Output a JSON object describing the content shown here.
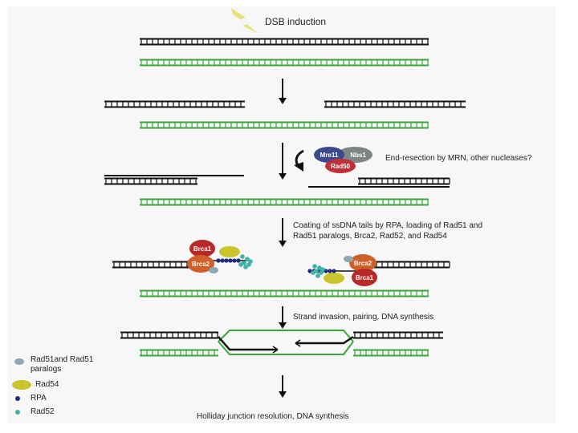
{
  "steps": {
    "s1": "DSB induction",
    "s2": "End-resection by MRN, other nucleases?",
    "s3_line1": "Coating of ssDNA tails by RPA, loading of Rad51 and",
    "s3_line2": "Rad51 paralogs, Brca2, Rad52, and Rad54",
    "s4": "Strand invasion, pairing, DNA synthesis",
    "s5": "Holliday junction resolution, DNA synthesis"
  },
  "proteins": {
    "mre11": "Mre11",
    "nbs1": "Nbs1",
    "rad50": "Rad50",
    "brca1": "Brca1",
    "brca2": "Brca2"
  },
  "legend": {
    "rad51_line1": "Rad51and Rad51",
    "rad51_line2": "paralogs",
    "rad54": "Rad54",
    "rpa": "RPA",
    "rad52": "Rad52"
  },
  "colors": {
    "black_dna": "#111111",
    "green_dna": "#3aa63a",
    "bolt": "#e8e27a",
    "mre11": "#3b4a8a",
    "nbs1": "#7d8585",
    "rad50": "#c0303a",
    "brca1": "#b82a2a",
    "brca2": "#d0602a",
    "rad54": "#c9c42a",
    "rad51": "#8fa7b0",
    "rpa": "#1f2a78",
    "rad52": "#3fb3a8"
  }
}
